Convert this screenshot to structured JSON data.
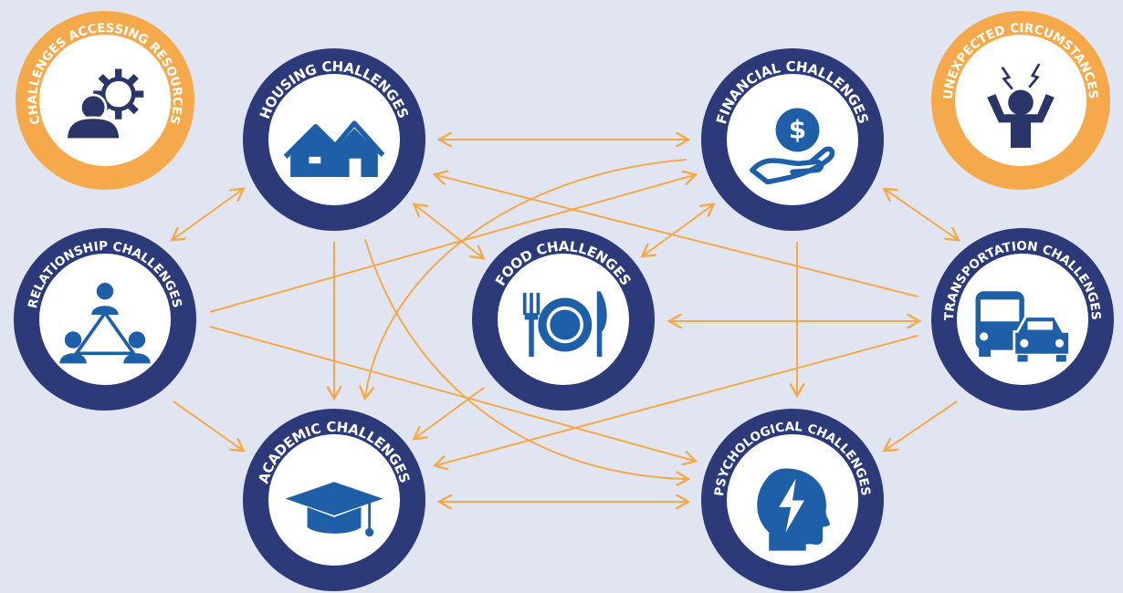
{
  "colors": {
    "background": "#e1e5f2",
    "navy_ring": "#2c3a7a",
    "orange_ring": "#f5a94a",
    "icon_blue": "#1f5fa8",
    "icon_navy": "#2a3568",
    "arrow": "#f5a94a",
    "inner": "#ffffff"
  },
  "nodes": [
    {
      "id": "access",
      "label": "CHALLENGES ACCESSING RESOURCES",
      "icon": "person-gear-icon",
      "ring": "orange"
    },
    {
      "id": "housing",
      "label": "HOUSING CHALLENGES",
      "icon": "house-icon",
      "ring": "navy"
    },
    {
      "id": "financial",
      "label": "FINANCIAL CHALLENGES",
      "icon": "hand-coin-icon",
      "ring": "navy"
    },
    {
      "id": "unexpected",
      "label": "UNEXPECTED CIRCUMSTANCES",
      "icon": "stressed-person-icon",
      "ring": "orange"
    },
    {
      "id": "relationship",
      "label": "RELATIONSHIP CHALLENGES",
      "icon": "people-network-icon",
      "ring": "navy"
    },
    {
      "id": "food",
      "label": "FOOD CHALLENGES",
      "icon": "plate-utensils-icon",
      "ring": "navy"
    },
    {
      "id": "transportation",
      "label": "TRANSPORTATION CHALLENGES",
      "icon": "bus-car-icon",
      "ring": "navy"
    },
    {
      "id": "academic",
      "label": "ACADEMIC CHALLENGES",
      "icon": "graduation-cap-icon",
      "ring": "navy"
    },
    {
      "id": "psychological",
      "label": "PSYCHOLOGICAL CHALLENGES",
      "icon": "head-lightning-icon",
      "ring": "navy"
    }
  ],
  "edges": [
    {
      "from": "housing",
      "to": "financial",
      "kind": "both"
    },
    {
      "from": "housing",
      "to": "relationship",
      "kind": "both"
    },
    {
      "from": "housing",
      "to": "food",
      "kind": "both"
    },
    {
      "from": "housing",
      "to": "academic",
      "kind": "to"
    },
    {
      "from": "housing",
      "to": "psychological",
      "kind": "to"
    },
    {
      "from": "financial",
      "to": "housing",
      "kind": "to"
    },
    {
      "from": "financial",
      "to": "food",
      "kind": "both"
    },
    {
      "from": "financial",
      "to": "transportation",
      "kind": "both"
    },
    {
      "from": "financial",
      "to": "psychological",
      "kind": "to"
    },
    {
      "from": "financial",
      "to": "academic",
      "kind": "to"
    },
    {
      "from": "relationship",
      "to": "financial",
      "kind": "to"
    },
    {
      "from": "relationship",
      "to": "academic",
      "kind": "to"
    },
    {
      "from": "relationship",
      "to": "psychological",
      "kind": "to"
    },
    {
      "from": "food",
      "to": "transportation",
      "kind": "both"
    },
    {
      "from": "food",
      "to": "academic",
      "kind": "to"
    },
    {
      "from": "transportation",
      "to": "academic",
      "kind": "to"
    },
    {
      "from": "transportation",
      "to": "psychological",
      "kind": "to"
    },
    {
      "from": "academic",
      "to": "psychological",
      "kind": "both"
    }
  ]
}
